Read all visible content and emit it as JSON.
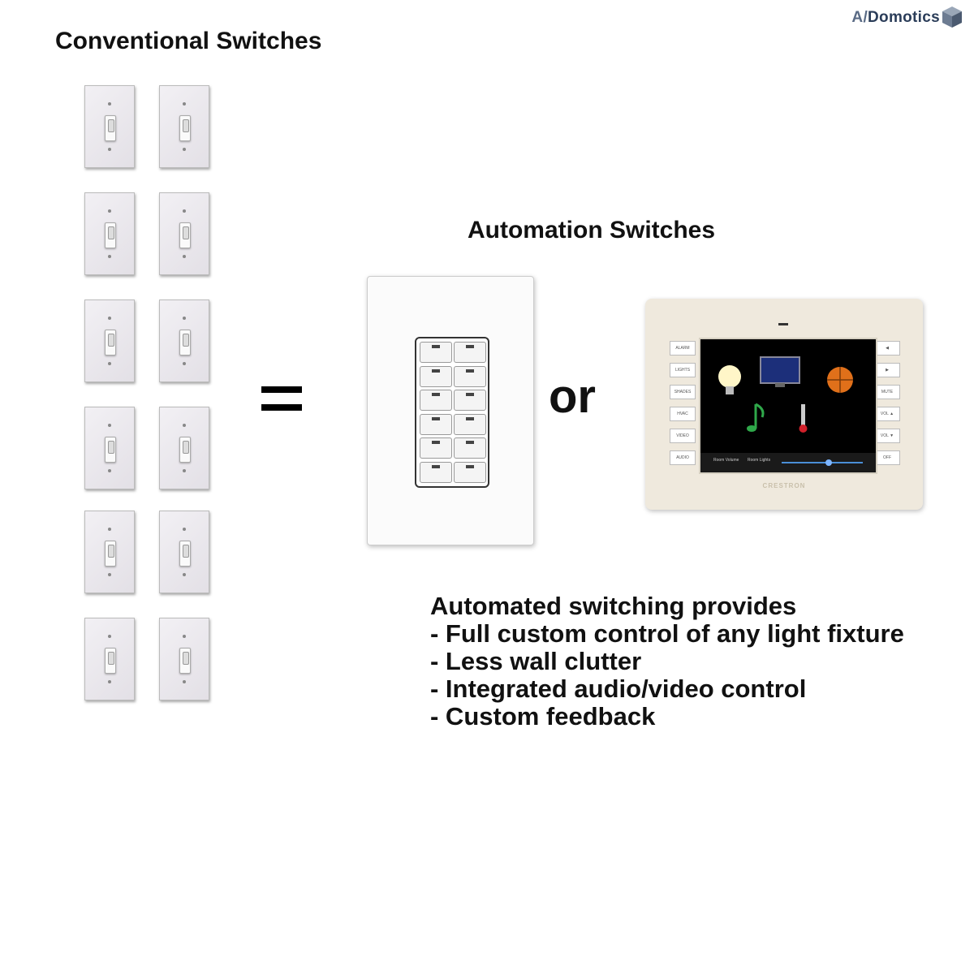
{
  "logo": {
    "text": "A/Domotics"
  },
  "conventional": {
    "title": "Conventional Switches"
  },
  "automation": {
    "title": "Automation Switches",
    "or_label": "or",
    "touchpanel": {
      "left_buttons": [
        "ALARM",
        "LIGHTS",
        "SHADES",
        "HVAC",
        "VIDEO",
        "AUDIO"
      ],
      "right_buttons": [
        "◀",
        "▶",
        "MUTE",
        "VOL ▲",
        "VOL ▼",
        "OFF"
      ],
      "bottom_labels": [
        "Room Volume",
        "Room Lights"
      ],
      "brand": "CRESTRON"
    }
  },
  "caption": {
    "heading": "Automated switching provides",
    "points": [
      "- Full custom control of any light fixture",
      "- Less wall clutter",
      "- Integrated audio/video control",
      "- Custom feedback"
    ]
  }
}
